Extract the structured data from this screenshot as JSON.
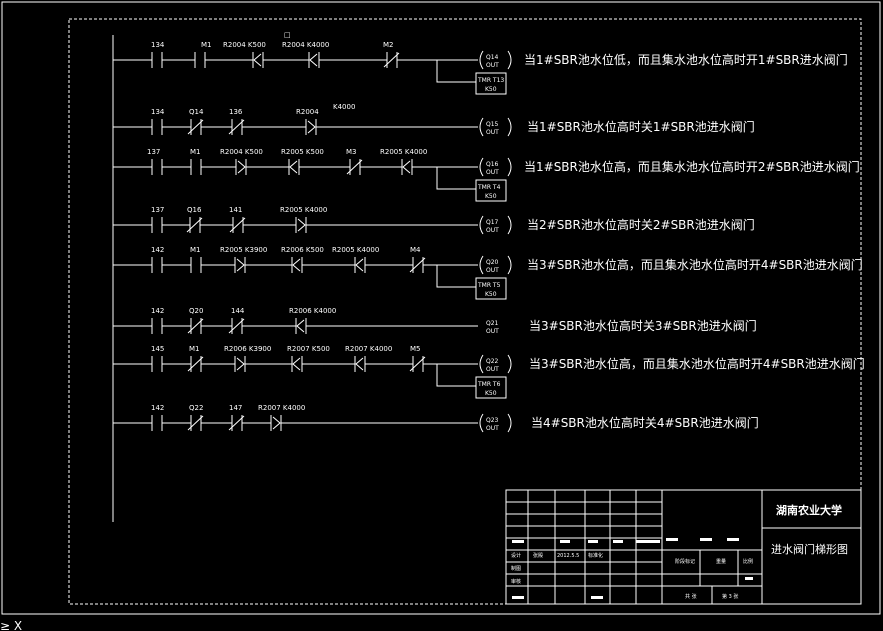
{
  "marker": "□",
  "cursor_glyph": "≥ X",
  "rungs": [
    {
      "contacts": [
        {
          "label": "134",
          "type": "NO"
        },
        {
          "label": "M1",
          "type": "NO"
        },
        {
          "label": "R2004 K500",
          "type": "NEG"
        },
        {
          "label": "R2004 K4000",
          "type": "NEG"
        },
        {
          "label": "M2",
          "type": "NC"
        }
      ],
      "coil": {
        "name": "Q14",
        "sub": "OUT"
      },
      "timer": {
        "name": "TMR T13",
        "sub": "K50"
      },
      "comment": "当1#SBR池水位低，而且集水池水位高时开1#SBR进水阀门"
    },
    {
      "contacts": [
        {
          "label": "134",
          "type": "NO"
        },
        {
          "label": "Q14",
          "type": "NC"
        },
        {
          "label": "136",
          "type": "NC"
        },
        {
          "label": "R2004",
          "type": "POS"
        }
      ],
      "coil": {
        "name": "Q15",
        "sub": "OUT"
      },
      "extra_label": "K4000",
      "comment": "当1#SBR池水位高时关1#SBR池进水阀门"
    },
    {
      "contacts": [
        {
          "label": "137",
          "type": "NO"
        },
        {
          "label": "M1",
          "type": "NO"
        },
        {
          "label": "R2004 K500",
          "type": "POS"
        },
        {
          "label": "R2005 K500",
          "type": "NEG"
        },
        {
          "label": "M3",
          "type": "NC"
        },
        {
          "label": "R2005 K4000",
          "type": "NEG"
        }
      ],
      "coil": {
        "name": "Q16",
        "sub": "OUT"
      },
      "timer": {
        "name": "TMR T4",
        "sub": "K50"
      },
      "comment": "当1#SBR池水位高，而且集水池水位高时开2#SBR池进水阀门"
    },
    {
      "contacts": [
        {
          "label": "137",
          "type": "NO"
        },
        {
          "label": "Q16",
          "type": "NC"
        },
        {
          "label": "141",
          "type": "NC"
        },
        {
          "label": "R2005 K4000",
          "type": "POS"
        }
      ],
      "coil": {
        "name": "Q17",
        "sub": "OUT"
      },
      "comment": "当2#SBR池水位高时关2#SBR池进水阀门"
    },
    {
      "contacts": [
        {
          "label": "142",
          "type": "NO"
        },
        {
          "label": "M1",
          "type": "NO"
        },
        {
          "label": "R2005 K3900",
          "type": "POS"
        },
        {
          "label": "R2006 K500",
          "type": "NEG"
        },
        {
          "label": "R2005 K4000",
          "type": "NEG"
        },
        {
          "label": "M4",
          "type": "NC"
        }
      ],
      "coil": {
        "name": "Q20",
        "sub": "OUT"
      },
      "timer": {
        "name": "TMR T5",
        "sub": "K50"
      },
      "comment": "当3#SBR池水位高，而且集水池水位高时开4#SBR池进水阀门"
    },
    {
      "contacts": [
        {
          "label": "142",
          "type": "NO"
        },
        {
          "label": "Q20",
          "type": "NC"
        },
        {
          "label": "144",
          "type": "NC"
        },
        {
          "label": "R2006 K4000",
          "type": "NEG"
        }
      ],
      "coil": {
        "name": "Q21",
        "sub": "OUT",
        "no_symbol": true
      },
      "comment": "当3#SBR池水位高时关3#SBR池进水阀门"
    },
    {
      "contacts": [
        {
          "label": "145",
          "type": "NO"
        },
        {
          "label": "M1",
          "type": "NC"
        },
        {
          "label": "R2006 K3900",
          "type": "POS"
        },
        {
          "label": "R2007 K500",
          "type": "NEG"
        },
        {
          "label": "R2007 K4000",
          "type": "NEG"
        },
        {
          "label": "M5",
          "type": "NC"
        }
      ],
      "coil": {
        "name": "Q22",
        "sub": "OUT"
      },
      "timer": {
        "name": "TMR T6",
        "sub": "K50"
      },
      "comment": "当3#SBR池水位高，而且集水池水位高时开4#SBR池进水阀门"
    },
    {
      "contacts": [
        {
          "label": "142",
          "type": "NO"
        },
        {
          "label": "Q22",
          "type": "NC"
        },
        {
          "label": "147",
          "type": "NC"
        },
        {
          "label": "R2007 K4000",
          "type": "POS"
        }
      ],
      "coil": {
        "name": "Q23",
        "sub": "OUT"
      },
      "comment": "当4#SBR池水位高时关4#SBR池进水阀门"
    }
  ],
  "title_block": {
    "organization": "湖南农业大学",
    "drawing_title": "进水阀门梯形图",
    "rows": [
      {
        "role": "设计",
        "name": "张殿",
        "date": "2012.5.5",
        "note": "标准化"
      },
      {
        "role": "制图",
        "name": "",
        "date": "",
        "note": ""
      },
      {
        "role": "审核",
        "name": "",
        "date": "",
        "note": ""
      }
    ],
    "stage_label": "阶段标记",
    "weight_label": "重量",
    "scale_label": "比例",
    "sheets_total": "共 张",
    "sheet_no": "第 3 张"
  }
}
